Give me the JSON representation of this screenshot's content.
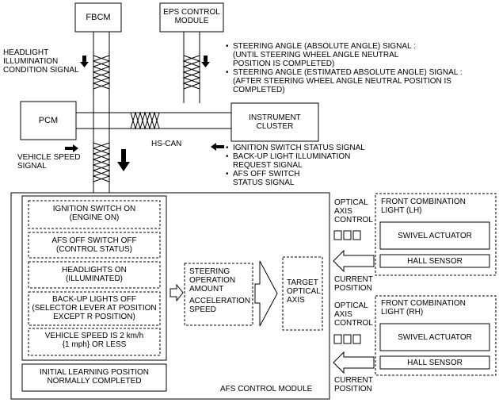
{
  "nodes": {
    "fbcm": "FBCM",
    "eps_line1": "EPS CONTROL",
    "eps_line2": "MODULE",
    "pcm": "PCM",
    "cluster_line1": "INSTRUMENT",
    "cluster_line2": "CLUSTER",
    "hs_can": "HS-CAN"
  },
  "signals": {
    "headlight": [
      "HEADLIGHT",
      "ILLUMINATION",
      "CONDITION SIGNAL"
    ],
    "vehicle_speed": [
      "VEHICLE SPEED",
      "SIGNAL"
    ],
    "eps_signals": [
      [
        "STEERING ANGLE (ABSOLUTE ANGLE) SIGNAL :",
        "(UNTIL STEERING WHEEL ANGLE NEUTRAL",
        "POSITION IS COMPLETED)"
      ],
      [
        "STEERING ANGLE (ESTIMATED ABSOLUTE ANGLE) SIGNAL :",
        "(AFTER STEERING WHEEL ANGLE NEUTRAL POSITION IS",
        "COMPLETED)"
      ]
    ],
    "cluster_signals": [
      [
        "IGNITION SWITCH STATUS SIGNAL"
      ],
      [
        "BACK-UP LIGHT ILLUMINATION",
        "REQUEST SIGNAL"
      ],
      [
        "AFS OFF SWITCH",
        "STATUS SIGNAL"
      ]
    ]
  },
  "afs_module": {
    "title": "AFS CONTROL MODULE",
    "conditions": [
      [
        "IGNITION SWITCH ON",
        "(ENGINE ON)"
      ],
      [
        "AFS OFF SWITCH OFF",
        "(CONTROL STATUS)"
      ],
      [
        "HEADLIGHTS ON",
        "(ILLUMINATED)"
      ],
      [
        "BACK-UP LIGHTS OFF",
        "(SELECTOR LEVER AT POSITION",
        "EXCEPT R POSITION)"
      ],
      [
        "VEHICLE SPEED IS 2 km/h",
        "{1 mph} OR LESS"
      ]
    ],
    "initial_learning": [
      "INITIAL LEARNING POSITION",
      "NORMALLY COMPLETED"
    ],
    "calc": [
      "STEERING",
      "OPERATION",
      "AMOUNT",
      "ACCELERATION",
      "SPEED"
    ],
    "target": [
      "TARGET",
      "OPTICAL",
      "AXIS"
    ]
  },
  "outputs": [
    {
      "optical_label": [
        "OPTICAL",
        "AXIS",
        "CONTROL"
      ],
      "light_label": [
        "FRONT COMBINATION",
        "LIGHT (LH)"
      ],
      "actuator": "SWIVEL ACTUATOR",
      "sensor": "HALL SENSOR",
      "current_label": [
        "CURRENT",
        "POSITION"
      ]
    },
    {
      "optical_label": [
        "OPTICAL",
        "AXIS",
        "CONTROL"
      ],
      "light_label": [
        "FRONT COMBINATION",
        "LIGHT (RH)"
      ],
      "actuator": "SWIVEL ACTUATOR",
      "sensor": "HALL SENSOR",
      "current_label": [
        "CURRENT",
        "POSITION"
      ]
    }
  ]
}
